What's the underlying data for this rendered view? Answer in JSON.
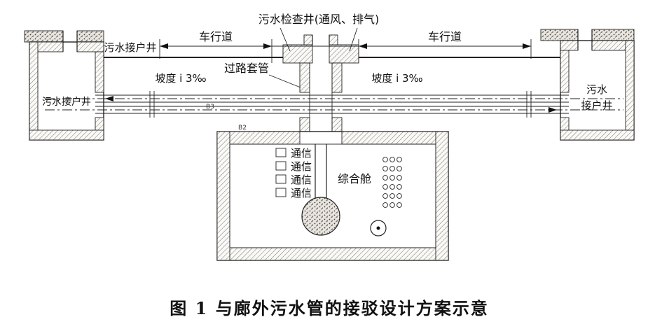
{
  "figure": {
    "caption": "图 1  与廊外污水管的接驳设计方案示意"
  },
  "labels": {
    "inspection_well": "污水检查井(通风、排气)",
    "lane_left": "车行道",
    "lane_right": "车行道",
    "service_well_top": "污水接户井",
    "crossing_casing": "过路套管",
    "slope_left": "坡度 i 3‰",
    "slope_right": "坡度 i 3‰",
    "service_well_left": "污水接户井",
    "service_well_right_line1": "污水",
    "service_well_right_line2": "接户井",
    "comm1": "通信",
    "comm2": "通信",
    "comm3": "通信",
    "comm4": "通信",
    "cabin": "综合舱",
    "mark_b3": "B3",
    "mark_b2": "B2"
  }
}
